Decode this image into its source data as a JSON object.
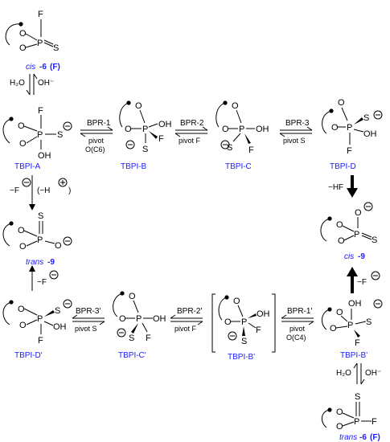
{
  "atoms": {
    "F": "F",
    "P": "P",
    "S": "S",
    "O": "O",
    "OH": "OH",
    "HF": "HF"
  },
  "charges": {
    "minus": "−"
  },
  "compounds": {
    "cis6F_label_prefix": "cis",
    "cis6F_label_num": "-6",
    "cis6F_label_suffix": "(F)",
    "trans9_label_prefix": "trans",
    "trans9_label_num": "-9",
    "cis9_label_prefix": "cis",
    "cis9_label_num": "-9",
    "trans6F_label_prefix": "trans",
    "trans6F_label_num": "-6",
    "trans6F_label_suffix": "(F)"
  },
  "intermediates": {
    "tbpi_a": "TBPI-A",
    "tbpi_b": "TBPI-B",
    "tbpi_c": "TBPI-C",
    "tbpi_d": "TBPI-D",
    "tbpi_dp": "TBPI-D'",
    "tbpi_cp": "TBPI-C'",
    "tbpi_bp1": "TBPI-B'",
    "tbpi_bp2": "TBPI-B'"
  },
  "steps": {
    "bpr1": "BPR-1",
    "bpr1_pivot": "pivot",
    "bpr1_pivot_atom": "O(C6)",
    "bpr2": "BPR-2",
    "bpr2_pivot": "pivot F",
    "bpr3": "BPR-3",
    "bpr3_pivot": "pivot S",
    "bpr3p": "BPR-3'",
    "bpr3p_pivot": "pivot S",
    "bpr2p": "BPR-2'",
    "bpr2p_pivot": "pivot F",
    "bpr1p": "BPR-1'",
    "bpr1p_pivot": "pivot",
    "bpr1p_pivot_atom": "O(C4)"
  },
  "reagents": {
    "h2o": "H₂O",
    "oh_minus": "OH⁻",
    "minus_f": "−F",
    "minus_h": "(−H",
    "minus_hf": "−HF",
    "minus_f_top": "−F"
  }
}
